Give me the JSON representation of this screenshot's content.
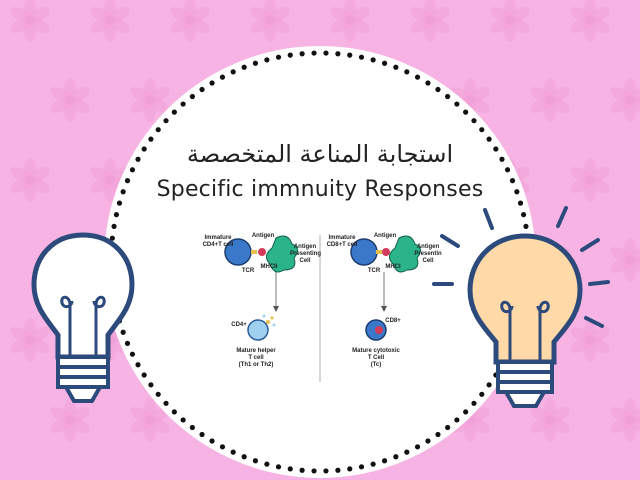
{
  "background": {
    "color": "#f6b3e3",
    "pattern_color": "#f2a0d8",
    "circle_color": "#ffffff",
    "dot_color": "#111111"
  },
  "title": {
    "arabic": "استجابة المناعة المتخصصة",
    "english": "Specific immnuity Responses"
  },
  "diagram": {
    "left_panel": {
      "immature_label": "Immature CD4+T cell",
      "antigen_label": "Antigen",
      "apc_label": "Antigen Presenting Cell",
      "tcr_label": "TCR",
      "mhc_label": "MHCII",
      "marker_label": "CD4+",
      "mature_label_line1": "Mature helper",
      "mature_label_line2": "T cell",
      "mature_label_line3": "(Th1 or Th2)"
    },
    "right_panel": {
      "immature_label": "Immature CD8+T cell",
      "antigen_label": "Antigen",
      "apc_label": "Antigen Presentin Cell",
      "tcr_label": "TCR",
      "mhc_label": "MHCI",
      "marker_label": "CD8+",
      "mature_label_line1": "Mature cytotoxic",
      "mature_label_line2": "T Cell",
      "mature_label_line3": "(Tc)"
    },
    "colors": {
      "tcell": "#3a78c9",
      "apc": "#2bb38a",
      "mature_helper": "#9fd0f0",
      "mature_tc": "#3a78c9"
    }
  },
  "bulbs": {
    "left": {
      "icon": "lightbulb-off-icon",
      "fill": "#ffffff",
      "outline": "#2c4a7c"
    },
    "right": {
      "icon": "lightbulb-on-icon",
      "fill": "#ffd9a8",
      "outline": "#2c4a7c"
    }
  }
}
